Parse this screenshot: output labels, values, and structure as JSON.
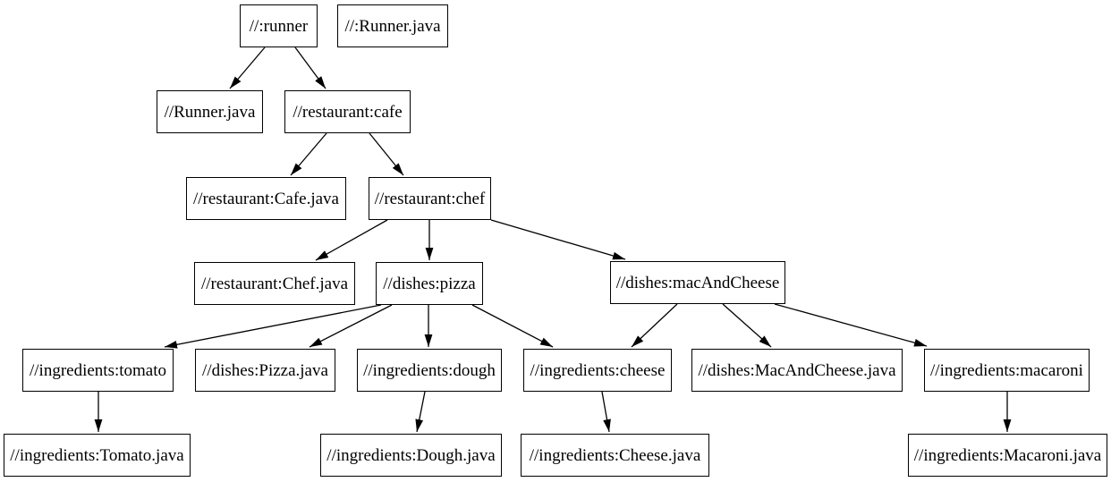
{
  "diagram": {
    "kind": "dependency-graph",
    "colors": {
      "background": "#ffffff",
      "node_fill": "#ffffff",
      "node_border": "#000000",
      "edge": "#000000",
      "text": "#000000"
    },
    "nodes": [
      {
        "id": "runner",
        "label": "//:runner"
      },
      {
        "id": "runner-java-src",
        "label": "//:Runner.java"
      },
      {
        "id": "runner-java",
        "label": "//Runner.java"
      },
      {
        "id": "cafe",
        "label": "//restaurant:cafe"
      },
      {
        "id": "cafe-java",
        "label": "//restaurant:Cafe.java"
      },
      {
        "id": "chef",
        "label": "//restaurant:chef"
      },
      {
        "id": "chef-java",
        "label": "//restaurant:Chef.java"
      },
      {
        "id": "pizza",
        "label": "//dishes:pizza"
      },
      {
        "id": "mac-and-cheese",
        "label": "//dishes:macAndCheese"
      },
      {
        "id": "tomato",
        "label": "//ingredients:tomato"
      },
      {
        "id": "pizza-java",
        "label": "//dishes:Pizza.java"
      },
      {
        "id": "dough",
        "label": "//ingredients:dough"
      },
      {
        "id": "cheese",
        "label": "//ingredients:cheese"
      },
      {
        "id": "mac-and-cheese-java",
        "label": "//dishes:MacAndCheese.java"
      },
      {
        "id": "macaroni",
        "label": "//ingredients:macaroni"
      },
      {
        "id": "tomato-java",
        "label": "//ingredients:Tomato.java"
      },
      {
        "id": "dough-java",
        "label": "//ingredients:Dough.java"
      },
      {
        "id": "cheese-java",
        "label": "//ingredients:Cheese.java"
      },
      {
        "id": "macaroni-java",
        "label": "//ingredients:Macaroni.java"
      }
    ],
    "edges": [
      {
        "from": "runner",
        "to": "runner-java"
      },
      {
        "from": "runner",
        "to": "cafe"
      },
      {
        "from": "cafe",
        "to": "cafe-java"
      },
      {
        "from": "cafe",
        "to": "chef"
      },
      {
        "from": "chef",
        "to": "chef-java"
      },
      {
        "from": "chef",
        "to": "pizza"
      },
      {
        "from": "chef",
        "to": "mac-and-cheese"
      },
      {
        "from": "pizza",
        "to": "tomato"
      },
      {
        "from": "pizza",
        "to": "pizza-java"
      },
      {
        "from": "pizza",
        "to": "dough"
      },
      {
        "from": "pizza",
        "to": "cheese"
      },
      {
        "from": "mac-and-cheese",
        "to": "cheese"
      },
      {
        "from": "mac-and-cheese",
        "to": "mac-and-cheese-java"
      },
      {
        "from": "mac-and-cheese",
        "to": "macaroni"
      },
      {
        "from": "tomato",
        "to": "tomato-java"
      },
      {
        "from": "dough",
        "to": "dough-java"
      },
      {
        "from": "cheese",
        "to": "cheese-java"
      },
      {
        "from": "macaroni",
        "to": "macaroni-java"
      }
    ]
  }
}
